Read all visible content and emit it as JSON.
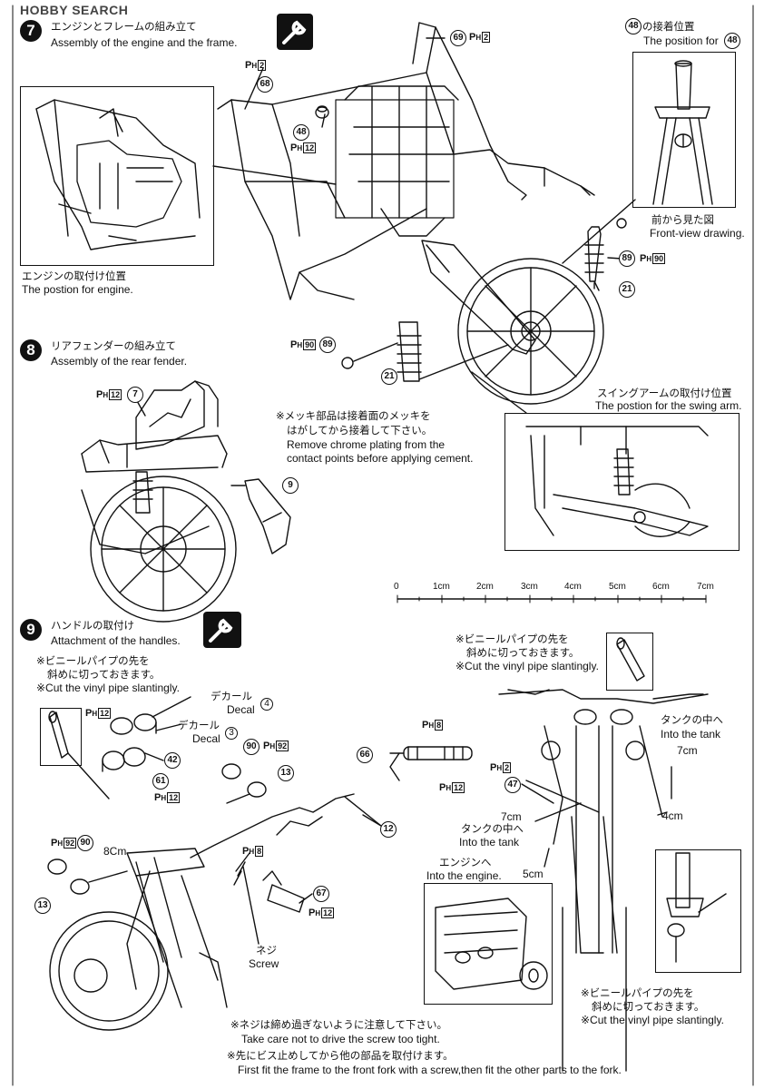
{
  "watermark": "HOBBY SEARCH",
  "step7": {
    "number": "7",
    "title_jp": "エンジンとフレームの組み立て",
    "title_en": "Assembly of the engine and the frame.",
    "inset_engine_jp": "エンジンの取付け位置",
    "inset_engine_en": "The postion for engine.",
    "inset48_title_jp": "の接着位置",
    "inset48_title_en": "The position for",
    "inset48_front_jp": "前から見た図",
    "inset48_front_en": "Front-view drawing.",
    "swingarm_jp": "スイングアームの取付け位置",
    "swingarm_en": "The postion for the swing arm.",
    "parts": {
      "p69": "69",
      "p68": "68",
      "p48": "48",
      "p89": "89",
      "p21": "21"
    },
    "ph": {
      "ph2a": "2",
      "ph2b": "2",
      "ph12": "12",
      "ph90a": "90",
      "ph90b": "90"
    }
  },
  "step8": {
    "number": "8",
    "title_jp": "リアフェンダーの組み立て",
    "title_en": "Assembly of the rear fender.",
    "note_jp1": "※メッキ部品は接着面のメッキを",
    "note_jp2": "はがしてから接着して下さい。",
    "note_en1": "Remove chrome plating from the",
    "note_en2": "contact points before applying cement.",
    "parts": {
      "p7": "7",
      "p9": "9"
    },
    "ph": {
      "ph12": "12"
    }
  },
  "ruler": {
    "labels": [
      "0",
      "1cm",
      "2cm",
      "3cm",
      "4cm",
      "5cm",
      "6cm",
      "7cm"
    ]
  },
  "step9": {
    "number": "9",
    "title_jp": "ハンドルの取付け",
    "title_en": "Attachment of the handles.",
    "vinyl_jp1": "※ビニールパイプの先を",
    "vinyl_jp2": "斜めに切っておきます。",
    "vinyl_en": "※Cut the vinyl pipe slantingly.",
    "decal_jp": "デカール",
    "decal_en": "Decal",
    "decal4": "4",
    "decal3": "3",
    "len_8cm": "8Cm",
    "len_7cm_a": "7cm",
    "len_7cm_b": "7cm",
    "len_4cm": "4cm",
    "len_5cm": "5cm",
    "tank_jp": "タンクの中へ",
    "tank_en": "Into the tank",
    "engine_jp": "エンジンへ",
    "engine_en": "Into the engine.",
    "screw_jp": "ネジ",
    "screw_en": "Screw",
    "bottom_jp1": "※ネジは締め過ぎないように注意して下さい。",
    "bottom_en1": "Take care not to drive the screw too tight.",
    "bottom_jp2": "※先にビス止めしてから他の部品を取付けます。",
    "bottom_en2": "First fit the frame to the front fork with a screw,then fit the other parts to the fork.",
    "parts": {
      "p42": "42",
      "p61": "61",
      "p90a": "90",
      "p13a": "13",
      "p90b": "90",
      "p13b": "13",
      "p66": "66",
      "p12": "12",
      "p67": "67",
      "p47": "47"
    },
    "ph": {
      "ph12a": "12",
      "ph12b": "12",
      "ph92a": "92",
      "ph92b": "92",
      "ph8a": "8",
      "ph12c": "12",
      "ph8b": "8",
      "ph12d": "12",
      "ph2": "2"
    }
  }
}
